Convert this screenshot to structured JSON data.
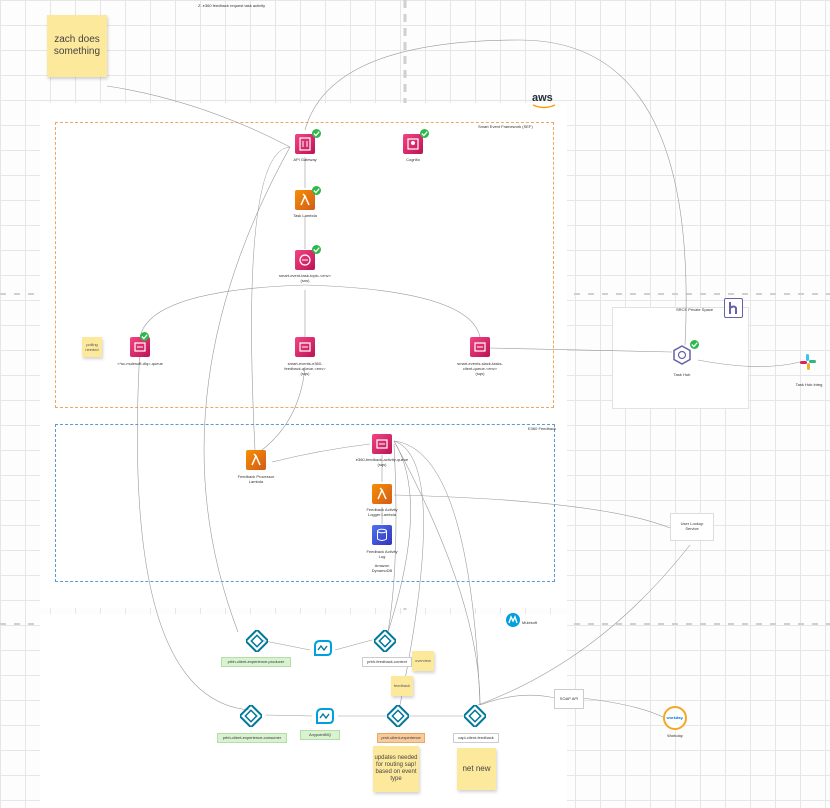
{
  "top_title": "Z. e360 feedback request task activity",
  "sticky_zach": "zach does something",
  "aws_logo": "aws",
  "sef": {
    "title": "Smart Event Framework (SEF)",
    "api_gateway": "API Gateway",
    "cognito": "Cognito",
    "task_lambda": "Task Lambda",
    "topic_line1": "smart-event-task-topic-<env>",
    "topic_line2": "(sns)",
    "dlq": "<*sc-mulesoft-dlq>-queue",
    "e360_queue_line1": "smart-events-e360-",
    "e360_queue_line2": "feedback-queue-<env>",
    "e360_queue_line3": "(sqs)",
    "slack_queue_line1": "smart-events-slack-tasks-",
    "slack_queue_line2": "client-queue-<env>",
    "slack_queue_line3": "(sqs)",
    "polling_sticky": "polling needed"
  },
  "heroku": {
    "title": "SRCE Private Space",
    "task_hub": "Task Hub"
  },
  "slack": {
    "label": "Task Hub Integ"
  },
  "e360": {
    "title": "E360 Feedback",
    "processor_line1": "Feedback Processor",
    "processor_line2": "Lambda",
    "activity_queue_line1": "e360-feedback-activity-queue",
    "activity_queue_line2": "(sqs)",
    "logger_line1": "Feedback Activity",
    "logger_line2": "Logger Lambda",
    "dynamo_line1": "Feedback Activity",
    "dynamo_line2": "Log",
    "dynamo_line3": "Amazon",
    "dynamo_line4": "DynamoDB",
    "lookup_line1": "User Lookup",
    "lookup_line2": "Service"
  },
  "mulesoft": {
    "title": "Mulesoft",
    "node1": "prbh-client-experience-producer",
    "node2": "prbh-feedback-context",
    "node3": "prbh-client-experience-consumer",
    "node4": "AnypointMQ",
    "node5": "prsh-client-experience",
    "node6": "capi-client-feedback",
    "sticky_overview": "overview",
    "sticky_feedback": "feedback",
    "sticky_updates": "updates needed for routing sap! based on event type",
    "sticky_netnew": "net new"
  },
  "soap": {
    "label": "SOAP API"
  },
  "workday": {
    "logo": "workday.",
    "label": "Workday"
  },
  "colors": {
    "sef_border": "#f0a65f",
    "e360_border": "#5b9bd5",
    "lambda": "#e9770e",
    "sqs": "#e7157b",
    "dynamo": "#3b48cc",
    "heroku": "#6762a6",
    "mulesoft": "#00a0df",
    "green_label": "#d9f2d0",
    "orange_label": "#f9cb9c"
  }
}
